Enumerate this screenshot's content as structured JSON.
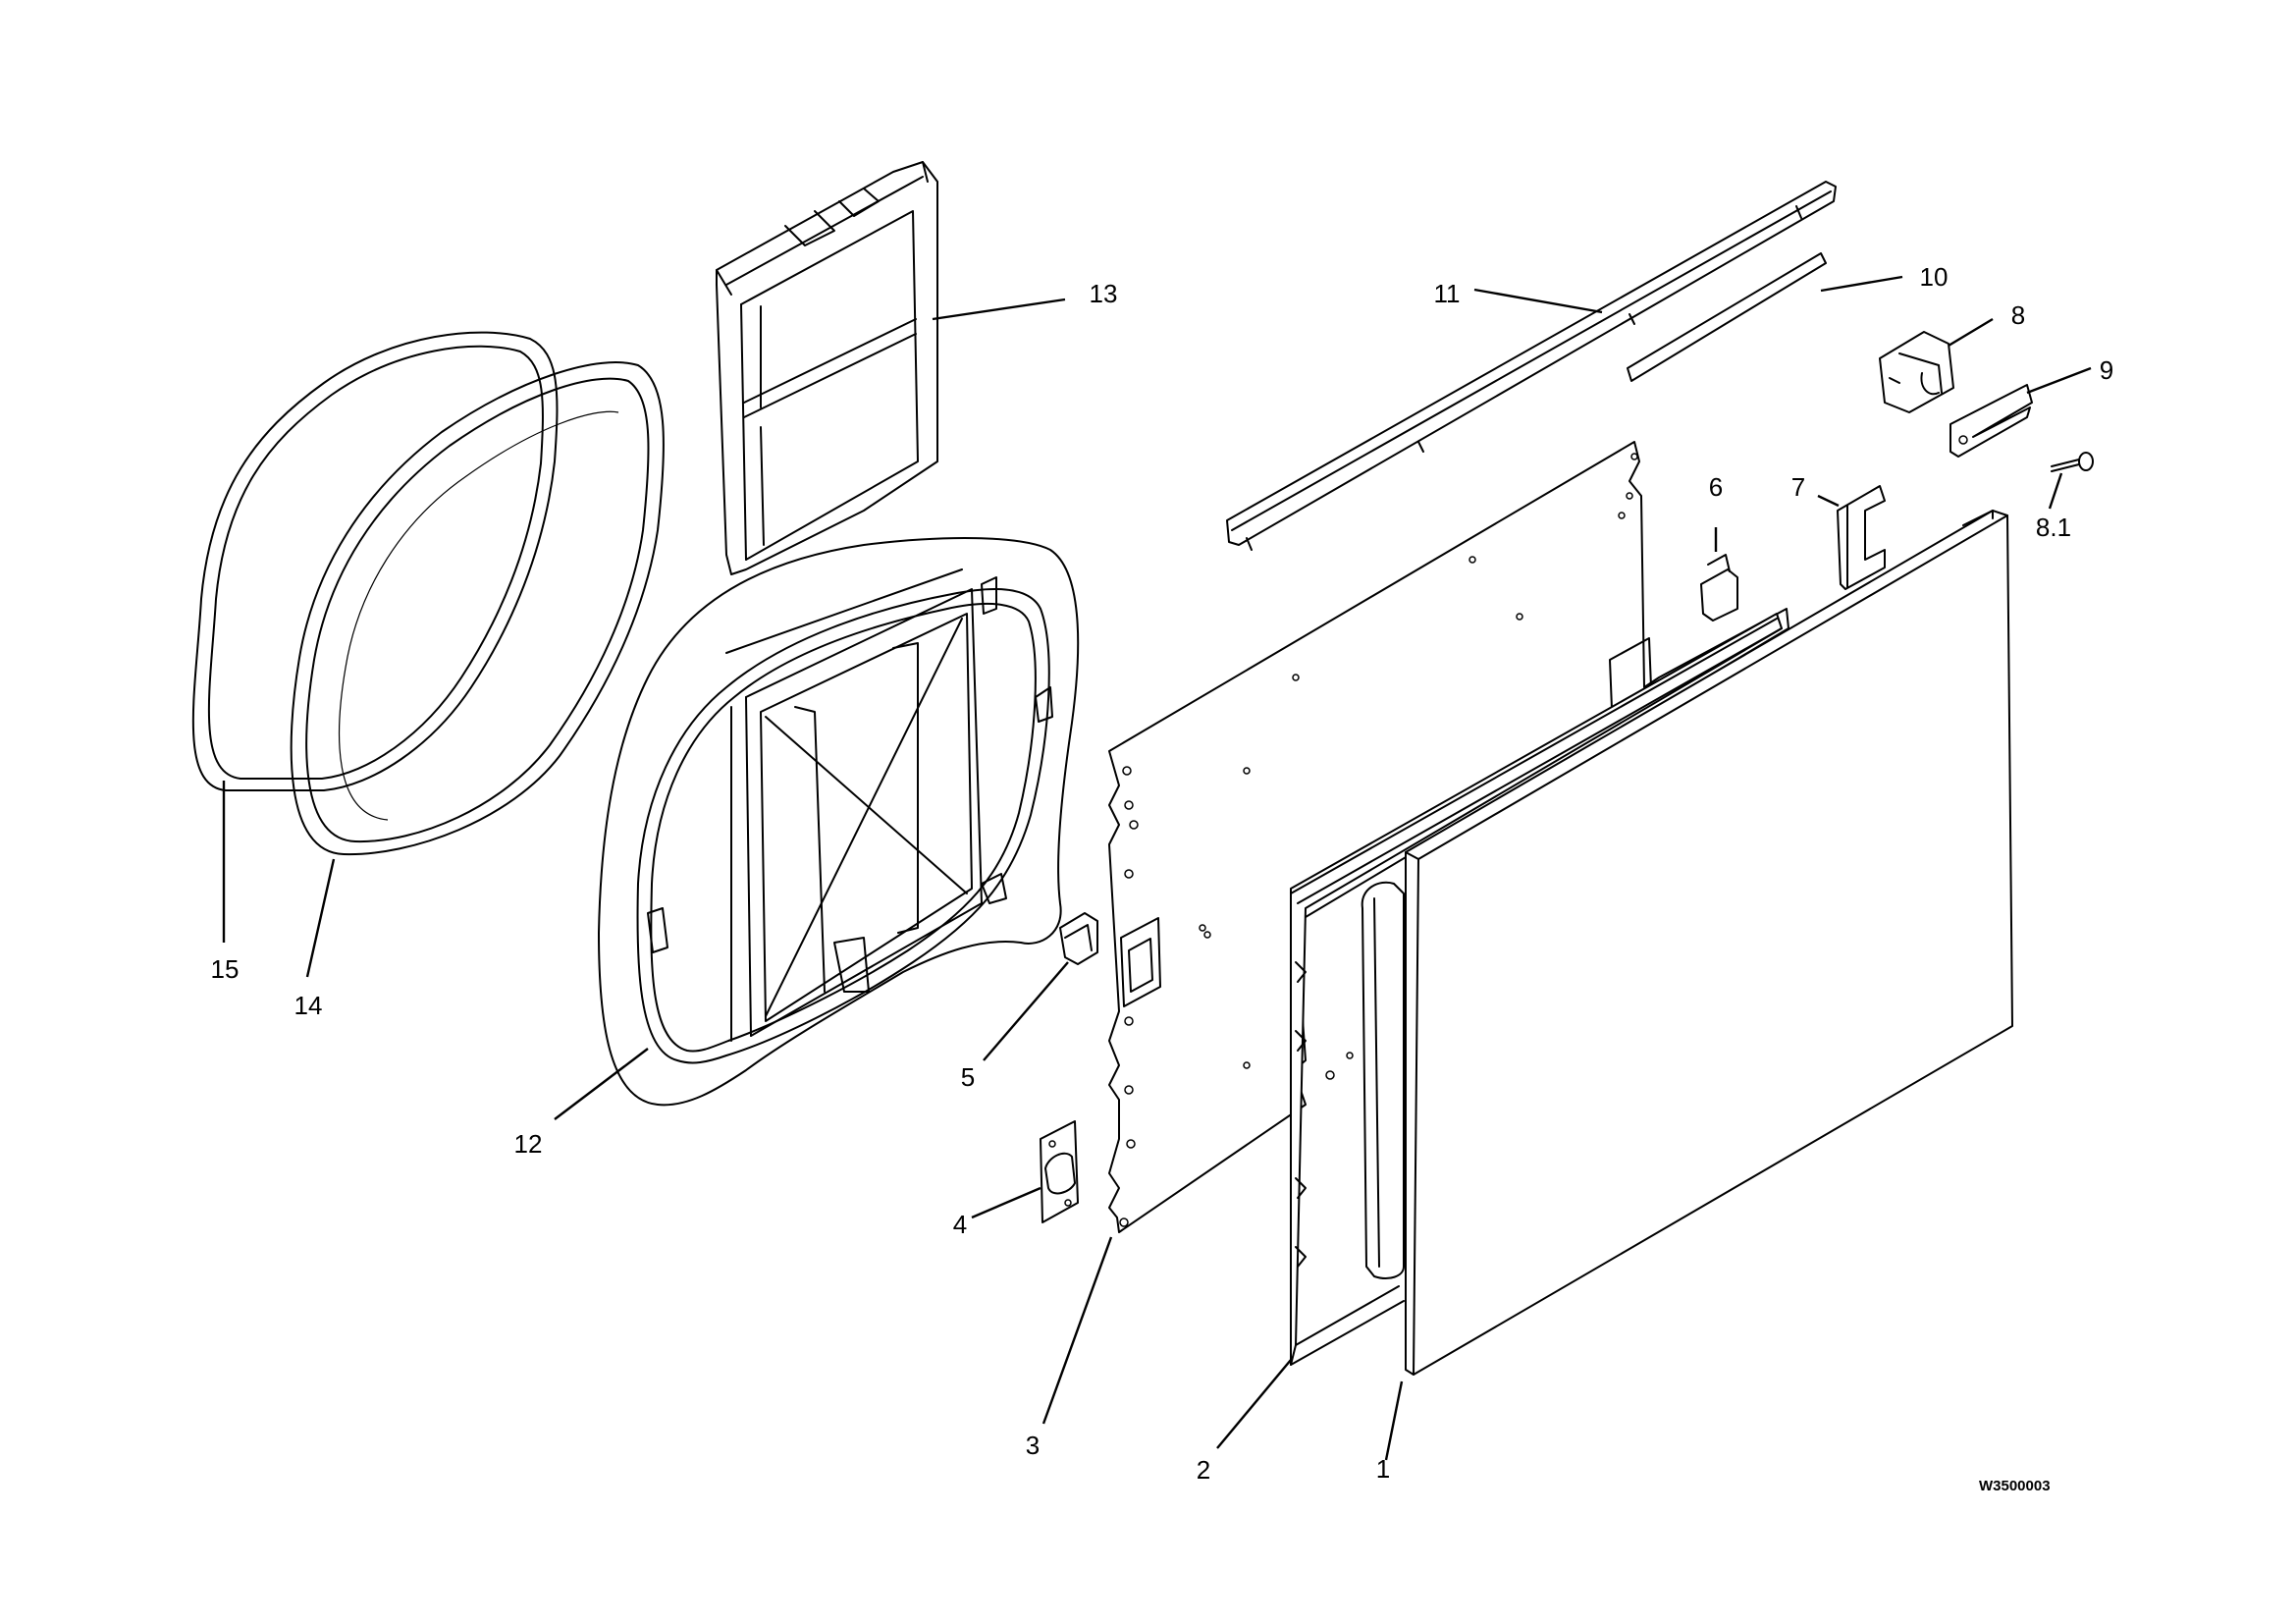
{
  "drawing": {
    "reference_code": "W3500003"
  },
  "callouts": [
    {
      "id": "1",
      "label": "1"
    },
    {
      "id": "2",
      "label": "2"
    },
    {
      "id": "3",
      "label": "3"
    },
    {
      "id": "4",
      "label": "4"
    },
    {
      "id": "5",
      "label": "5"
    },
    {
      "id": "6",
      "label": "6"
    },
    {
      "id": "7",
      "label": "7"
    },
    {
      "id": "8",
      "label": "8"
    },
    {
      "id": "8.1",
      "label": "8.1"
    },
    {
      "id": "9",
      "label": "9"
    },
    {
      "id": "10",
      "label": "10"
    },
    {
      "id": "11",
      "label": "11"
    },
    {
      "id": "12",
      "label": "12"
    },
    {
      "id": "13",
      "label": "13"
    },
    {
      "id": "14",
      "label": "14"
    },
    {
      "id": "15",
      "label": "15"
    }
  ]
}
